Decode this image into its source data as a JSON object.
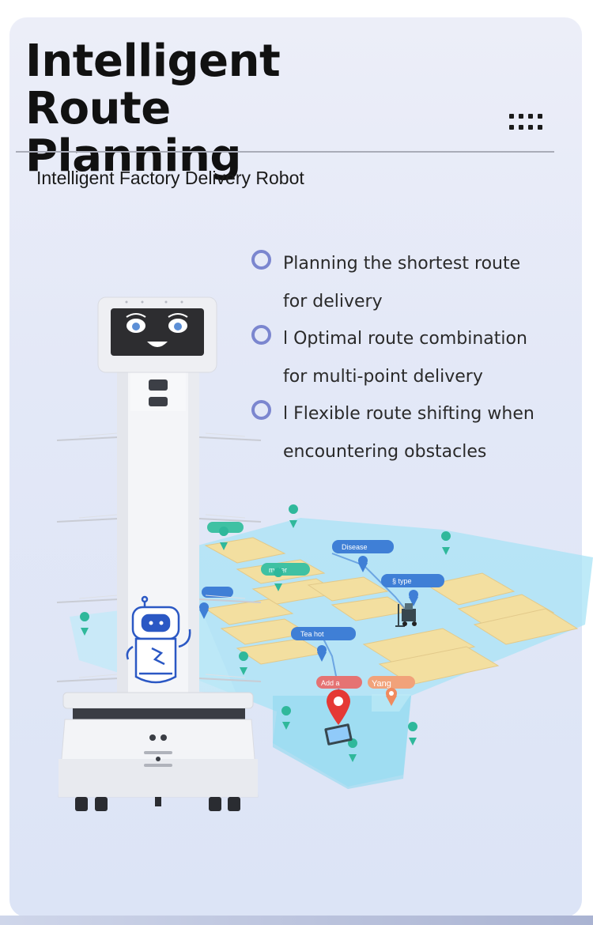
{
  "header": {
    "title_line1": "Intelligent Route",
    "title_line2": "Planning",
    "subtitle": "Intelligent Factory Delivery Robot"
  },
  "features": [
    {
      "line1": "Planning the shortest route",
      "line2": "for delivery"
    },
    {
      "line1": "l Optimal route combination",
      "line2": "for multi-point delivery"
    },
    {
      "line1": "l Flexible route shifting when",
      "line2": "encountering obstacles"
    }
  ],
  "map_labels": {
    "label_a": "Disease",
    "label_b": "§ type",
    "label_c": "mater",
    "label_d": "Tea hot",
    "label_e": "Add a",
    "label_f": "Yang"
  },
  "colors": {
    "accent_ring": "#7b86cf",
    "title": "#111111",
    "pin_green": "#2fb89b",
    "pin_red": "#e53935",
    "shelf_yellow": "#f3dfa0",
    "floor_cyan": "#7fd3ee"
  },
  "icons": [
    "more-dots-icon",
    "ring-bullet-icon",
    "robot-mascot-icon",
    "location-pin-icon",
    "forklift-icon"
  ]
}
